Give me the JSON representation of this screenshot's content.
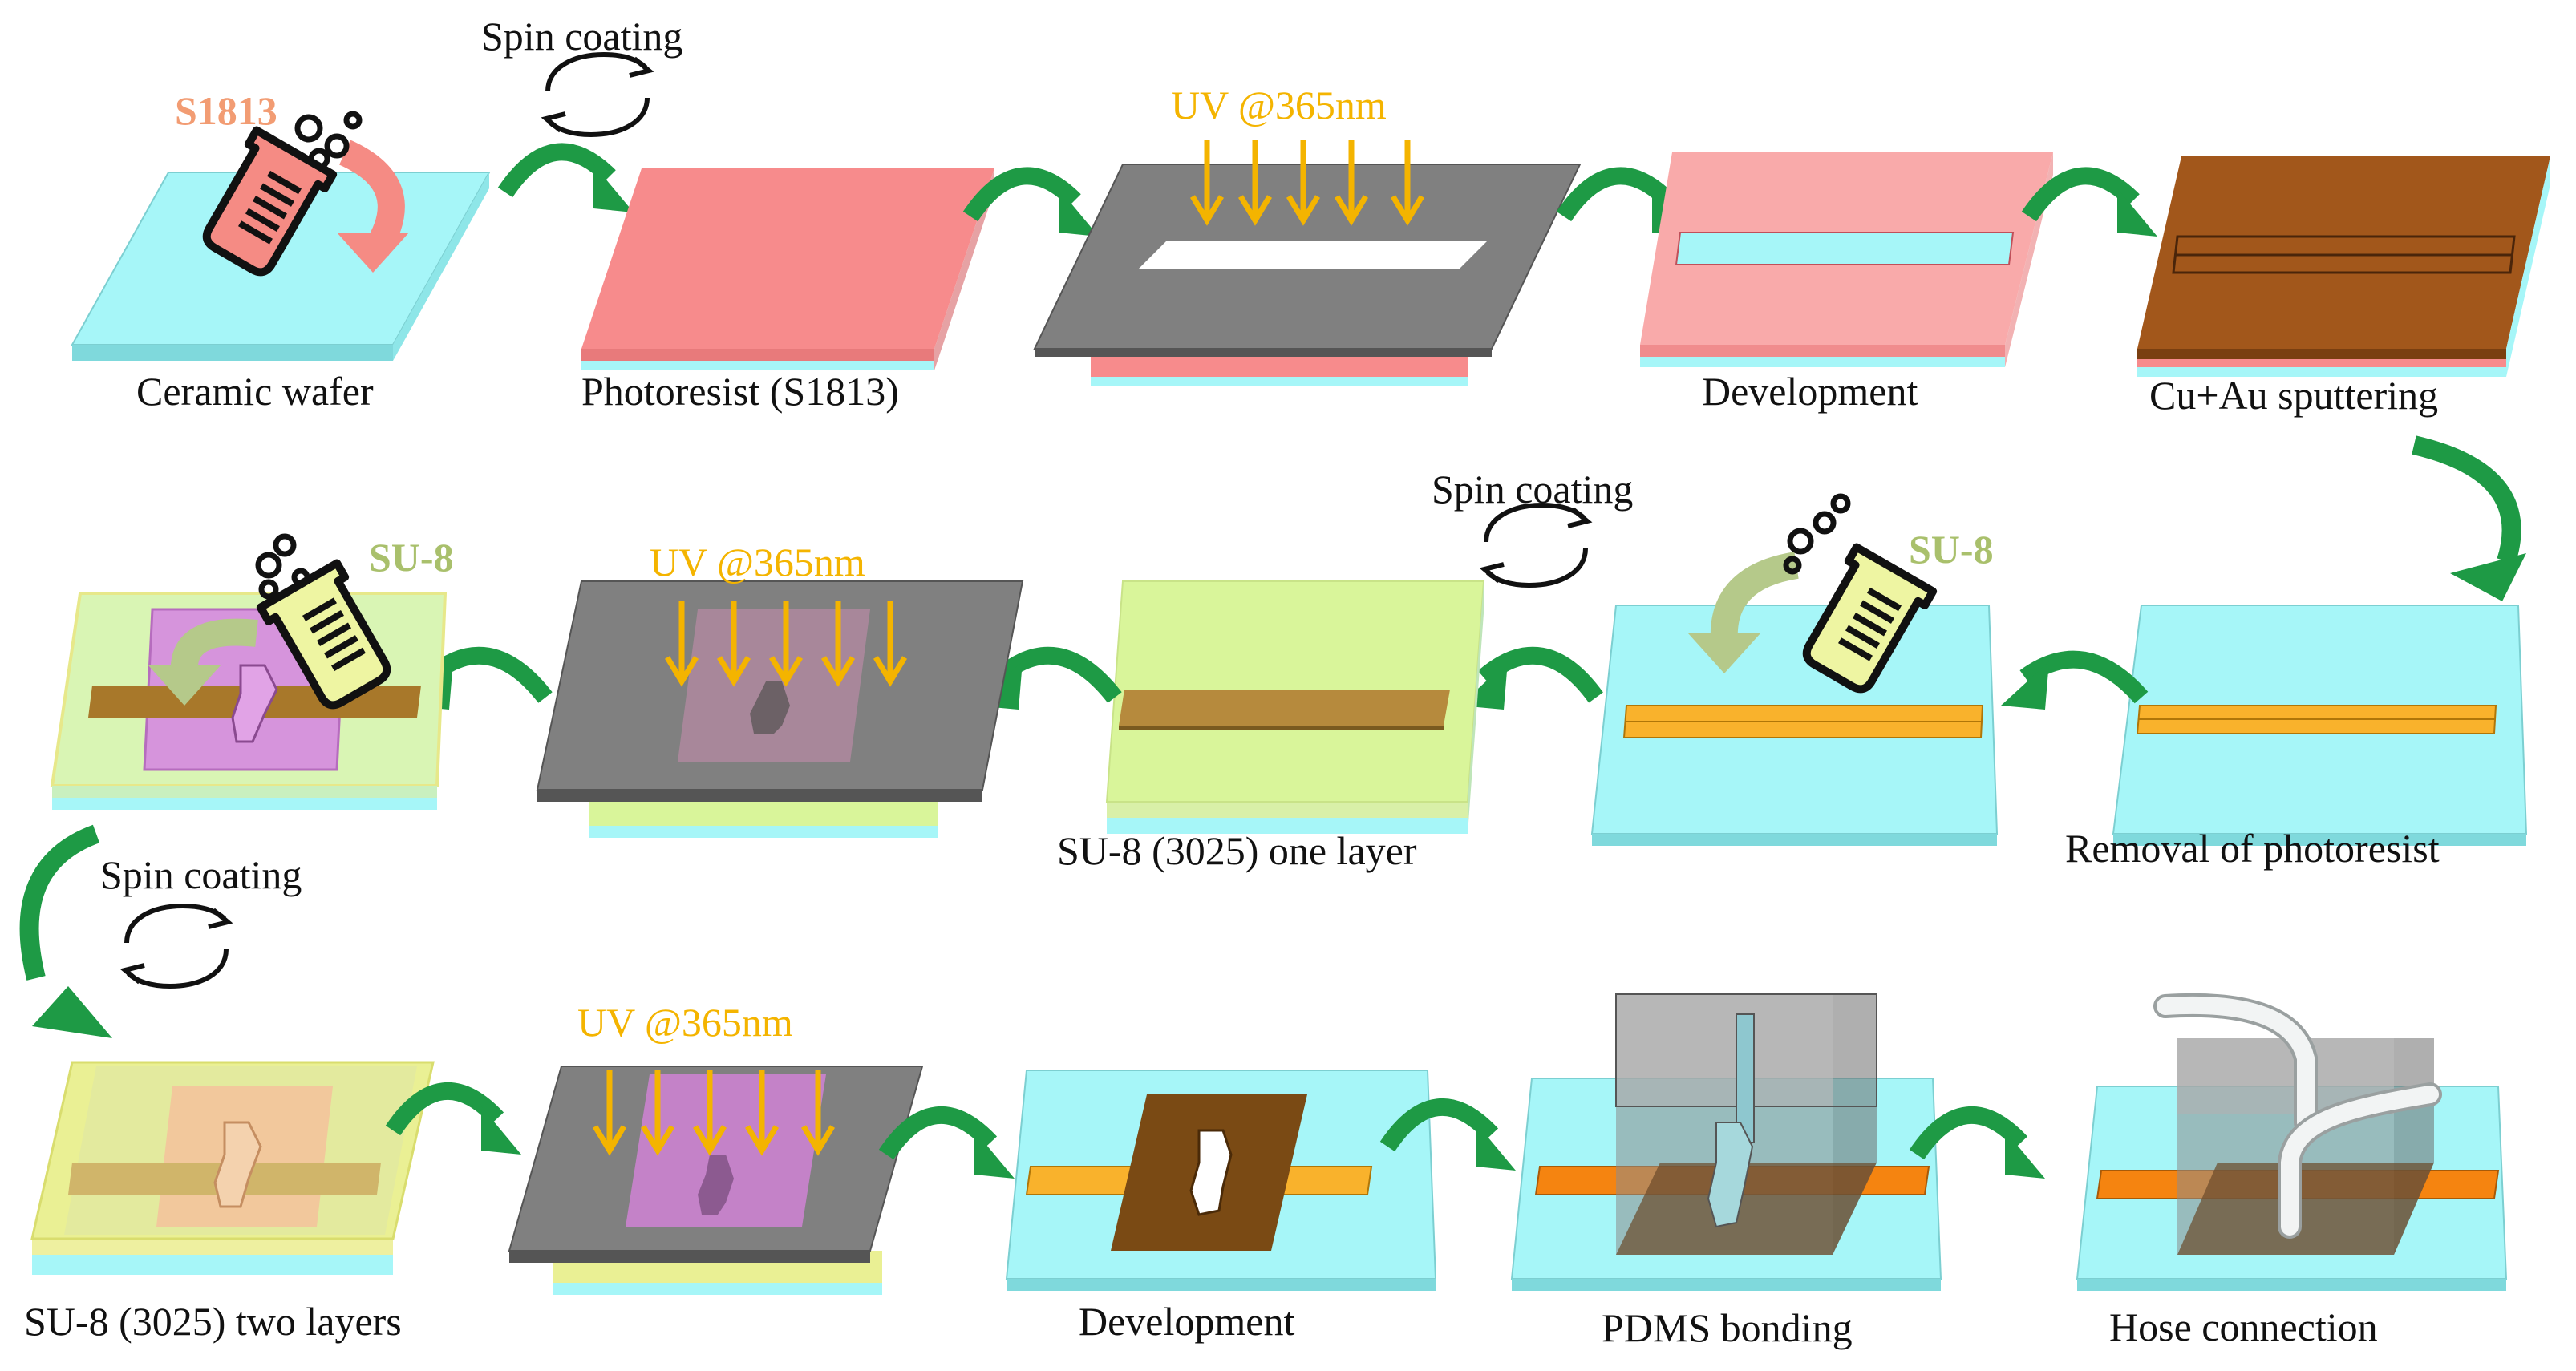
{
  "colors": {
    "ceramic": "#a6f6f8",
    "photoresist": "#f78b8c",
    "photoresist_light": "#f9aaaa",
    "mask": "#808080",
    "metal": "#a2571b",
    "electrode": "#f9b22c",
    "electrode_orange": "#f58410",
    "su8": "#d9f59a",
    "su8_purple": "#d694dc",
    "uv": "#f4b400",
    "arrow": "#1e9a45",
    "chem_s1813": "#f29c73",
    "chem_su8": "#a9c06c",
    "pdms": "#a9a9a9",
    "channel_brown": "#7a4a14"
  },
  "labels": {
    "step1": "Ceramic wafer",
    "step2": "Photoresist (S1813)",
    "step4": "Development",
    "step5": "Cu+Au sputtering",
    "step6": "Removal of photoresist",
    "step8": "SU-8 (3025) one layer",
    "step11": "SU-8 (3025) two layers",
    "step13": "Development",
    "step14": "PDMS bonding",
    "step15": "Hose connection"
  },
  "uv_label": "UV @365nm",
  "spin_label": "Spin coating",
  "chem": {
    "s1813": "S1813",
    "su8": "SU-8"
  },
  "icons": [
    "beaker-icon",
    "rotation-icon",
    "uv-arrow-icon",
    "process-arrow-icon",
    "hose-icon"
  ]
}
